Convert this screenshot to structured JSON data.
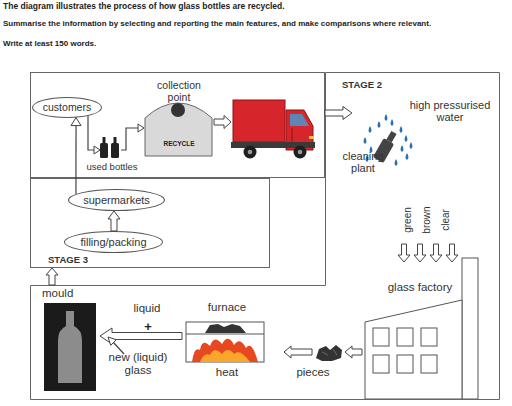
{
  "diagram": {
    "title": "The diagram illustrates the process of how glass bottles are recycled.",
    "nodes": [
      {
        "text": [
          "collection point",
          "RECYCLE",
          "used bottles"
        ]
      },
      {
        "text": [
          "customers"
        ],
        "in": 0
      },
      {
        "text": [
          "STAGE 2"
        ]
      },
      {
        "text": [
          "STAGE 3"
        ]
      },
      {
        "text": [
          "supermarkets"
        ],
        "in": 3
      },
      {
        "text": [
          "filling/packing"
        ],
        "in": 3
      }
    ],
    "edges": [
      {
        "from": 4,
        "to": 1,
        "arrow": "to"
      },
      {
        "from": 0,
        "to": 2,
        "arrow": "to"
      },
      {
        "from": 2,
        "to": 3,
        "arrow": "to"
      },
      {
        "from": 5,
        "to": 4,
        "arrow": "to"
      }
    ],
    "labels": [
      "Summarise the information by selecting and reporting the main features, and make comparisons where relevant.",
      "Write at least 150 words.",
      "high pressurised water",
      "cleaning plant",
      "green",
      "brown",
      "clear",
      "glass factory",
      "mould",
      "liquid",
      "furnace",
      "+",
      "new (liquid) glass",
      "heat",
      "pieces"
    ]
  }
}
